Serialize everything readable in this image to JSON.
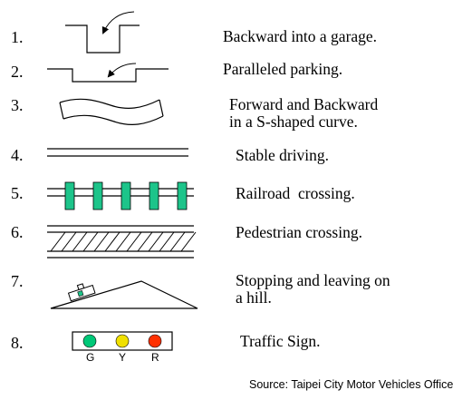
{
  "items": [
    {
      "number": "1.",
      "label": "Backward into a garage.",
      "icon": "garage-outline-icon"
    },
    {
      "number": "2.",
      "label": "Paralleled parking.",
      "icon": "parallel-parking-outline-icon"
    },
    {
      "number": "3.",
      "label": "Forward and Backward\nin a S-shaped curve.",
      "icon": "s-curve-icon"
    },
    {
      "number": "4.",
      "label": "Stable driving.",
      "icon": "parallel-lines-icon"
    },
    {
      "number": "5.",
      "label": "Railroad  crossing.",
      "icon": "railroad-track-icon"
    },
    {
      "number": "6.",
      "label": "Pedestrian crossing.",
      "icon": "pedestrian-crosswalk-icon"
    },
    {
      "number": "7.",
      "label": "Stopping and leaving on\na hill.",
      "icon": "hill-slope-icon"
    },
    {
      "number": "8.",
      "label": "Traffic Sign.",
      "icon": "traffic-light-icon"
    }
  ],
  "traffic_lights": [
    {
      "letter": "G",
      "color": "#00c878"
    },
    {
      "letter": "Y",
      "color": "#f0e000"
    },
    {
      "letter": "R",
      "color": "#ff3000"
    }
  ],
  "colors": {
    "rail_tie": "#1dc48a",
    "car_marker": "#1dc48a"
  },
  "source": "Source: Taipei City Motor Vehicles Office"
}
